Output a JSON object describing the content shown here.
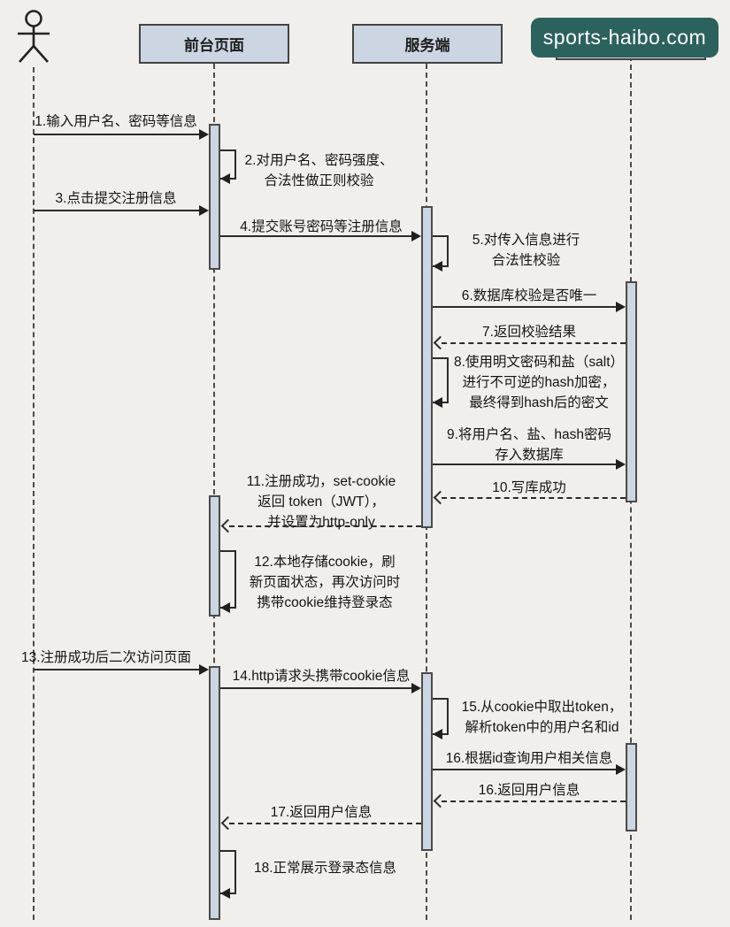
{
  "watermark": {
    "text": "sports-haibo.com"
  },
  "participants": {
    "frontend": {
      "label": "前台页面"
    },
    "server": {
      "label": "服务端"
    }
  },
  "colors": {
    "participant_fill": "#ccd5e2",
    "participant_border": "#434343",
    "line": "#2b2b2b",
    "watermark_bg": "#2c625e",
    "watermark_text": "#ffffff",
    "background": "#f1efeb"
  },
  "messages": {
    "m1": {
      "lines": [
        "1.输入用户名、密码等信息"
      ]
    },
    "m2": {
      "lines": [
        "2.对用户名、密码强度、",
        "合法性做正则校验"
      ]
    },
    "m3": {
      "lines": [
        "3.点击提交注册信息"
      ]
    },
    "m4": {
      "lines": [
        "4.提交账号密码等注册信息"
      ]
    },
    "m5": {
      "lines": [
        "5.对传入信息进行",
        "合法性校验"
      ]
    },
    "m6": {
      "lines": [
        "6.数据库校验是否唯一"
      ]
    },
    "m7": {
      "lines": [
        "7.返回校验结果"
      ]
    },
    "m8": {
      "lines": [
        "8.使用明文密码和盐（salt）",
        "进行不可逆的hash加密，",
        "最终得到hash后的密文"
      ]
    },
    "m9": {
      "lines": [
        "9.将用户名、盐、hash密码",
        "存入数据库"
      ]
    },
    "m10": {
      "lines": [
        "10.写库成功"
      ]
    },
    "m11": {
      "lines": [
        "11.注册成功，set-cookie",
        "返回 token（JWT），",
        "并设置为http-only"
      ]
    },
    "m12": {
      "lines": [
        "12.本地存储cookie，刷",
        "新页面状态，再次访问时",
        "携带cookie维持登录态"
      ]
    },
    "m13": {
      "lines": [
        "13.注册成功后二次访问页面"
      ]
    },
    "m14": {
      "lines": [
        "14.http请求头携带cookie信息"
      ]
    },
    "m15": {
      "lines": [
        "15.从cookie中取出token，",
        "解析token中的用户名和id"
      ]
    },
    "m16": {
      "lines": [
        "16.根据id查询用户相关信息"
      ]
    },
    "m17": {
      "lines": [
        "16.返回用户信息"
      ]
    },
    "m18": {
      "lines": [
        "17.返回用户信息"
      ]
    },
    "m19": {
      "lines": [
        "18.正常展示登录态信息"
      ]
    }
  }
}
